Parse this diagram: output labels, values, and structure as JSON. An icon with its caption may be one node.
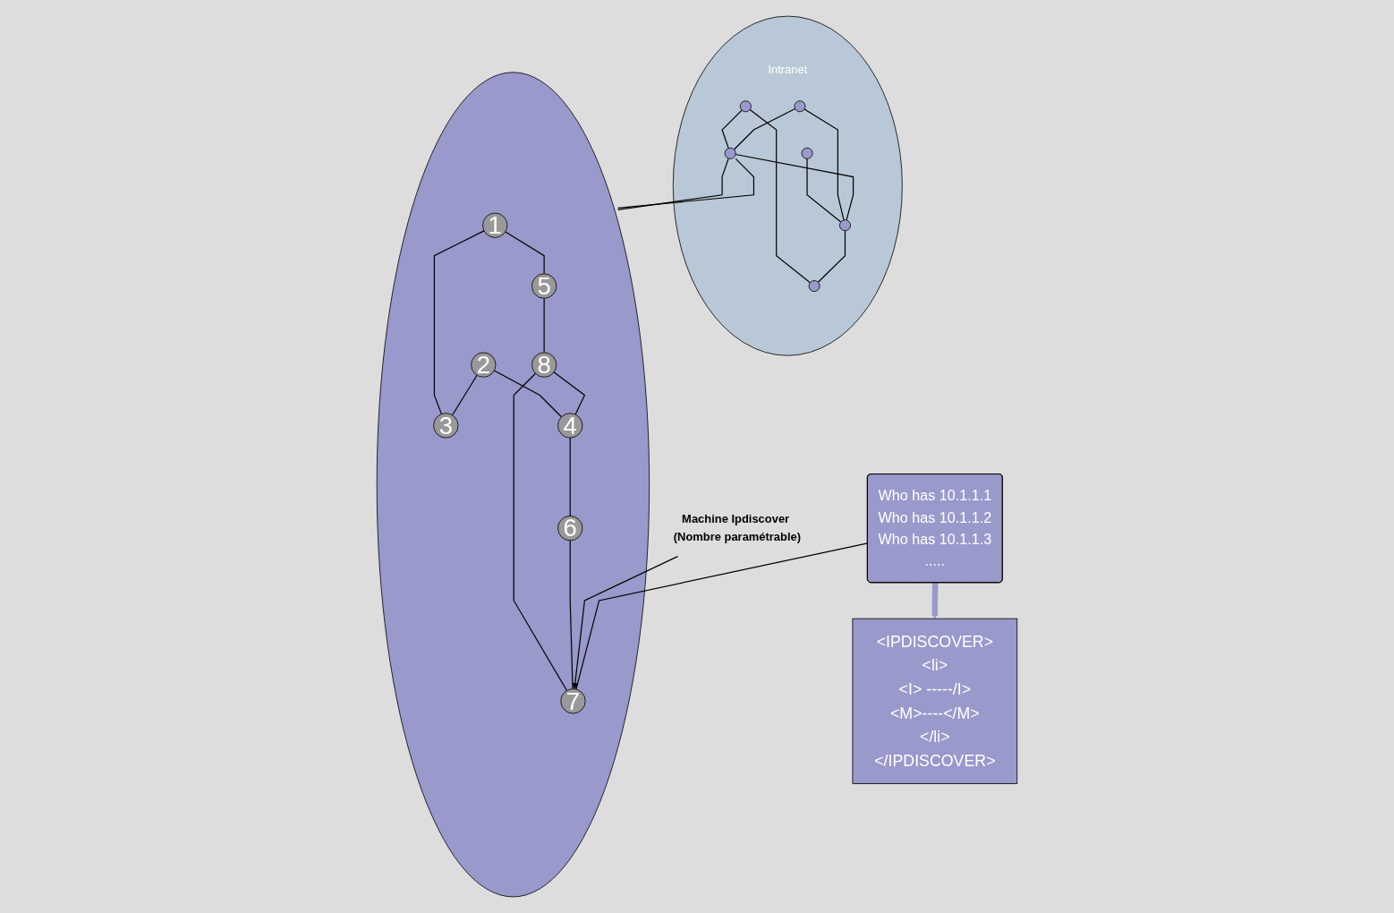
{
  "diagram": {
    "nodes": [
      {
        "text": [
          "Intranet"
        ]
      },
      {
        "text": [],
        "shape": "circle",
        "in": 0
      },
      {
        "text": [],
        "shape": "circle",
        "in": 0
      },
      {
        "text": [],
        "shape": "circle",
        "in": 0
      },
      {
        "text": [],
        "shape": "circle",
        "in": 0
      },
      {
        "text": [],
        "shape": "circle",
        "in": 0
      },
      {
        "text": [],
        "shape": "circle",
        "in": 0
      },
      {
        "text": [],
        "shape": "circle"
      },
      {
        "text": [
          "1"
        ],
        "in": 7
      },
      {
        "text": [
          "2"
        ],
        "in": 7
      },
      {
        "text": [
          "3"
        ],
        "in": 7
      },
      {
        "text": [
          "4"
        ],
        "in": 7
      },
      {
        "text": [
          "5"
        ],
        "in": 7
      },
      {
        "text": [
          "6"
        ],
        "in": 7
      },
      {
        "text": [
          "7"
        ],
        "in": 7
      },
      {
        "text": [
          "8"
        ],
        "in": 7
      },
      {
        "text": [
          "Machine Ipdiscover (Nombre paramétrable)"
        ]
      },
      {
        "text": [
          "Who has 10.1.1.1",
          "Who has 10.1.1.2",
          "Who has 10.1.1.3",
          "....."
        ]
      },
      {
        "text": [
          "<IPDISCOVER>",
          "<li>",
          "<I> -----/I>",
          "<M>----</M>",
          "</li>",
          "</IPDISCOVER>"
        ]
      }
    ],
    "edges": [
      {
        "from": 2,
        "to": 5,
        "arrow": "none"
      },
      {
        "from": 2,
        "to": 4,
        "arrow": "none"
      },
      {
        "from": 3,
        "to": 5,
        "arrow": "none"
      },
      {
        "from": 1,
        "to": 6,
        "arrow": "none"
      },
      {
        "from": 3,
        "to": 6,
        "arrow": "none"
      },
      {
        "from": 5,
        "to": 6,
        "arrow": "none"
      },
      {
        "from": 6,
        "to": 4,
        "arrow": "none"
      },
      {
        "from": 5,
        "to": 7,
        "arrow": "none"
      },
      {
        "from": 5,
        "to": 7,
        "arrow": "none"
      },
      {
        "from": 8,
        "to": 12,
        "arrow": "none"
      },
      {
        "from": 8,
        "to": 10,
        "arrow": "none"
      },
      {
        "from": 9,
        "to": 10,
        "arrow": "none"
      },
      {
        "from": 9,
        "to": 11,
        "arrow": "none"
      },
      {
        "from": 12,
        "to": 15,
        "arrow": "none"
      },
      {
        "from": 15,
        "to": 11,
        "arrow": "none"
      },
      {
        "from": 15,
        "to": 14,
        "arrow": "none"
      },
      {
        "from": 13,
        "to": 14,
        "arrow": "none"
      },
      {
        "from": 11,
        "to": 13,
        "arrow": "none"
      },
      {
        "from": 16,
        "to": 14,
        "arrow": "to"
      },
      {
        "from": 17,
        "to": 14,
        "arrow": "none"
      },
      {
        "from": 17,
        "to": 18,
        "arrow": "to",
        "style": "thick",
        "color": "#9999cc"
      }
    ]
  }
}
